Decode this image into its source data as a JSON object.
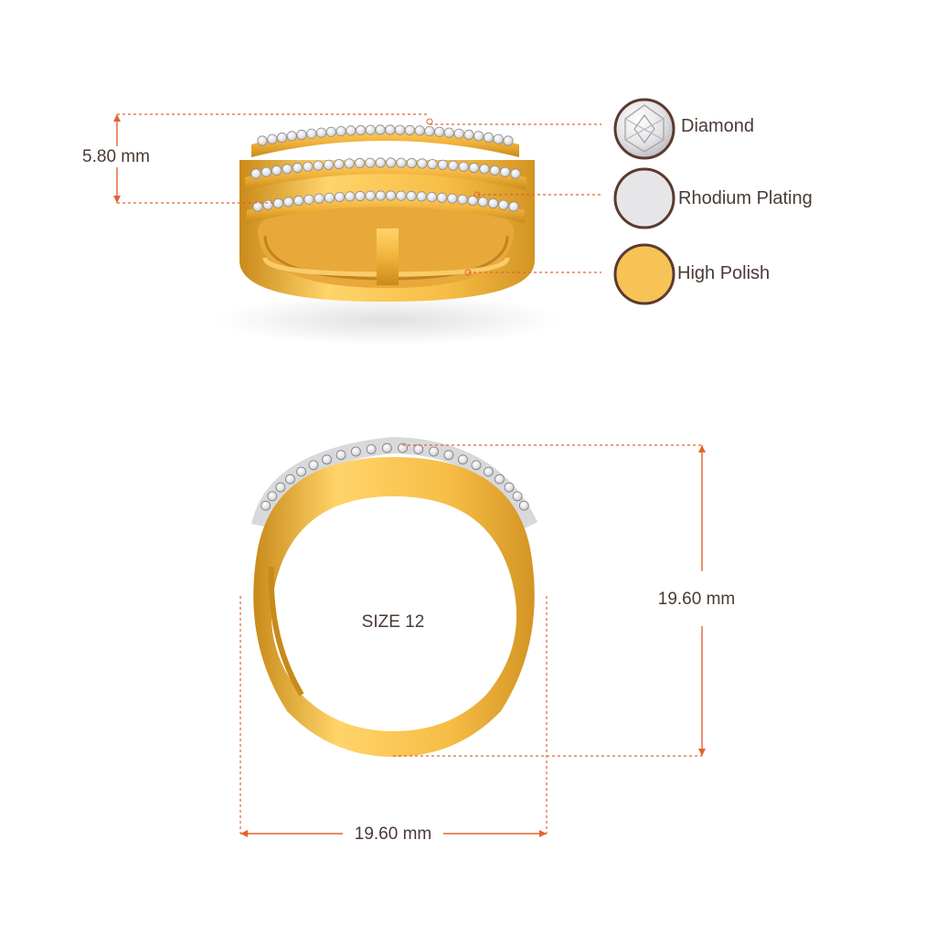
{
  "legend": [
    {
      "label": "Diamond",
      "swatch": "diamond",
      "color": "#e9e9ea"
    },
    {
      "label": "Rhodium Plating",
      "swatch": "rhodium",
      "color": "#e6e6e8"
    },
    {
      "label": "High Polish",
      "swatch": "gold",
      "color": "#f7c356"
    }
  ],
  "dimensions": {
    "band_height": "5.80 mm",
    "inner_height": "19.60 mm",
    "inner_width": "19.60 mm"
  },
  "ring_size": "SIZE 12",
  "colors": {
    "gold": "#f2b33c",
    "gold_dark": "#c98a1a",
    "gold_light": "#ffd877",
    "dimension_line": "#e4632e",
    "swatch_border": "#5b3a30",
    "text": "#4a3a35"
  }
}
